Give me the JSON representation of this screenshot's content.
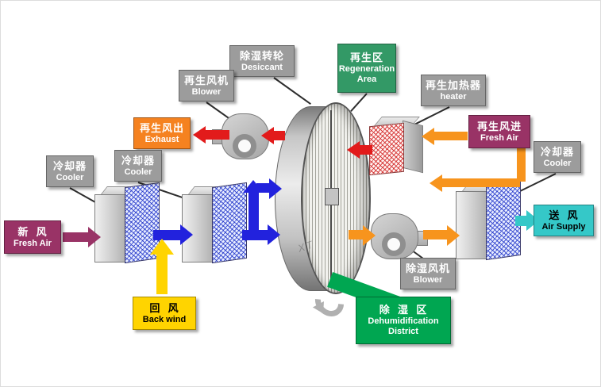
{
  "labels": {
    "desiccant": {
      "zh": "除湿转轮",
      "en": "Desiccant"
    },
    "regeneration_area": {
      "zh": "再生区",
      "en": "Regeneration Area"
    },
    "regen_blower": {
      "zh": "再生风机",
      "en": "Blower"
    },
    "exhaust": {
      "zh": "再生风出",
      "en": "Exhaust"
    },
    "regen_heater": {
      "zh": "再生加热器",
      "en": "heater"
    },
    "regen_fresh_air": {
      "zh": "再生风进",
      "en": "Fresh Air"
    },
    "cooler_left": {
      "zh": "冷却器",
      "en": "Cooler"
    },
    "cooler_mid": {
      "zh": "冷却器",
      "en": "Cooler"
    },
    "cooler_right": {
      "zh": "冷却器",
      "en": "Cooler"
    },
    "fresh_air_in": {
      "zh": "新  风",
      "en": "Fresh Air"
    },
    "air_supply": {
      "zh": "送  风",
      "en": "Air Supply"
    },
    "back_wind": {
      "zh": "回  风",
      "en": "Back wind"
    },
    "dehum_blower": {
      "zh": "除湿风机",
      "en": "Blower"
    },
    "dehum_district": {
      "zh": "除  湿  区",
      "en": "Dehumidification District"
    }
  },
  "watermark": "XT",
  "colors": {
    "label_gray": "#9c9c9c",
    "green_bright": "#00a651",
    "green_dark": "#339966",
    "orange_label": "#f58220",
    "plum": "#993366",
    "yellow": "#ffd400",
    "cyan": "#35c8c8",
    "arrow_blue": "#2222dd",
    "arrow_red": "#e21b1b",
    "arrow_orange": "#f7941d",
    "mesh_blue": "#1e32c8",
    "mesh_red": "#d22828"
  }
}
